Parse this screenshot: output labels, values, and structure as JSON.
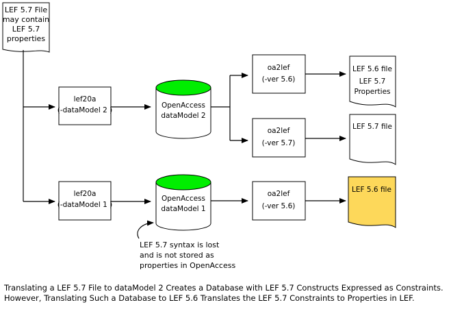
{
  "source_doc": {
    "lines": [
      "LEF 5.7 File",
      "may contain",
      "LEF 5.7",
      "properties"
    ]
  },
  "lef20a_top": {
    "lines": [
      "lef20a",
      "(-dataModel 2 )"
    ]
  },
  "lef20a_bottom": {
    "lines": [
      "lef20a",
      "(-dataModel 1 )"
    ]
  },
  "db_top": {
    "lines": [
      "OpenAccess",
      "dataModel 2"
    ],
    "top_color": "#00ee00"
  },
  "db_bottom": {
    "lines": [
      "OpenAccess",
      "dataModel 1"
    ],
    "top_color": "#00ee00"
  },
  "oa2lef_top": {
    "lines": [
      "oa2lef",
      "(-ver 5.6)"
    ]
  },
  "oa2lef_mid": {
    "lines": [
      "oa2lef",
      "(-ver 5.7)"
    ]
  },
  "oa2lef_bottom": {
    "lines": [
      "oa2lef",
      "(-ver 5.6)"
    ]
  },
  "out_top": {
    "lines": [
      "LEF 5.6 file",
      "LEF 5.7",
      "Properties"
    ]
  },
  "out_mid": {
    "lines": [
      "LEF 5.7 file"
    ]
  },
  "out_bottom": {
    "lines": [
      "LEF 5.6 file"
    ],
    "fill_color": "#fdd85a"
  },
  "note": {
    "lines": [
      "LEF 5.7 syntax is lost",
      "and is not stored as",
      "properties in OpenAccess"
    ]
  },
  "caption": {
    "text": "Translating a LEF 5.7 File to dataModel 2 Creates a Database with LEF 5.7 Constructs Expressed as Constraints.  However, Translating Such a Database to LEF 5.6 Translates the LEF 5.7 Constraints to Properties in LEF."
  }
}
